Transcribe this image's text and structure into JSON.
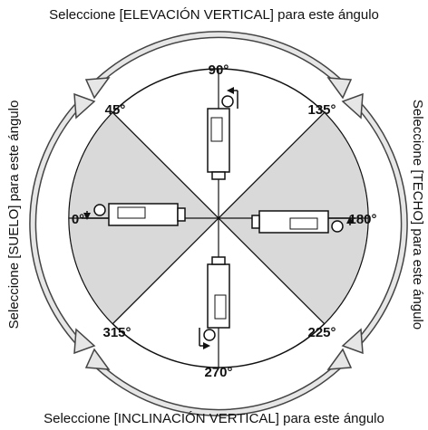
{
  "captions": {
    "top": "Seleccione [ELEVACIÓN VERTICAL] para este ángulo",
    "bottom": "Seleccione [INCLINACIÓN VERTICAL] para este ángulo",
    "left": "Seleccione [SUELO] para este ángulo",
    "right": "Seleccione [TECHO] para este ángulo"
  },
  "angles": {
    "a0": "0°",
    "a45": "45°",
    "a90": "90°",
    "a135": "135°",
    "a180": "180°",
    "a225": "225°",
    "a270": "270°",
    "a315": "315°"
  },
  "colors": {
    "sector_fill": "#d9d9d9",
    "arrow_fill": "#e6e6e6",
    "line": "#111111"
  },
  "icons": [
    "projector-icon",
    "curved-arrow-icon"
  ]
}
